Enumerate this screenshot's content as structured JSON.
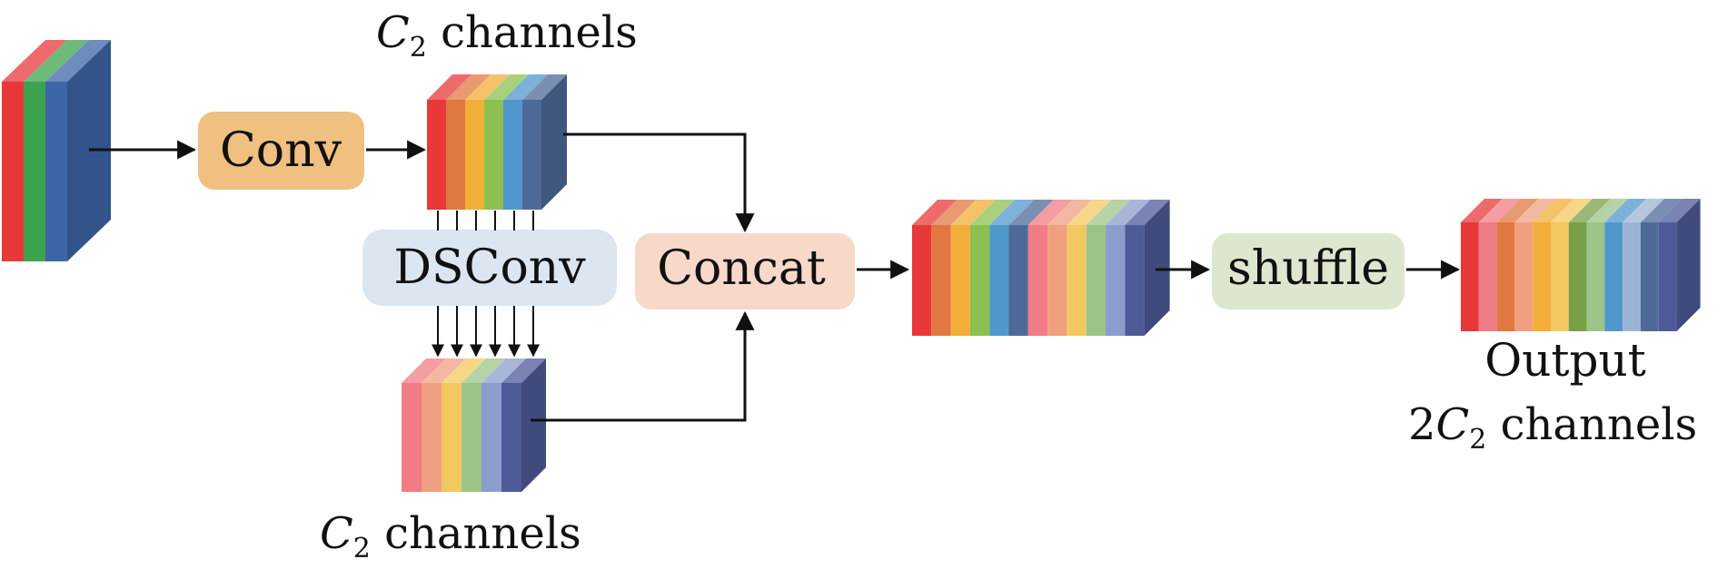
{
  "labels": {
    "conv": "Conv",
    "dsconv": "DSConv",
    "concat": "Concat",
    "shuffle": "shuffle",
    "top_channels": {
      "var": "C",
      "sub": "2",
      "rest": " channels"
    },
    "bottom_channels": {
      "var": "C",
      "sub": "2",
      "rest": " channels"
    },
    "output_title": "Output",
    "output_channels": {
      "pre": "2",
      "var": "C",
      "sub": "2",
      "rest": " channels"
    }
  },
  "colors": {
    "conv_box": "#F0C080",
    "dsconv_box": "#DCE6F0",
    "concat_box": "#F8D8C8",
    "shuffle_box": "#DDE7CF",
    "arrow": "#111111",
    "input_slices": [
      "#E8383A",
      "#3DA34F",
      "#3D66A8"
    ],
    "conv_slices": [
      "#E8383A",
      "#E07840",
      "#F2AE38",
      "#8CC050",
      "#5098CC",
      "#4E6A98"
    ],
    "dsconv_slices": [
      "#F07C84",
      "#F0A080",
      "#F4C860",
      "#9CC488",
      "#8C9CCC",
      "#4E5A98"
    ],
    "concat_slices": [
      "#E8383A",
      "#E07840",
      "#F2AE38",
      "#8CC050",
      "#5098CC",
      "#4E6A98",
      "#F07C84",
      "#F0A080",
      "#F4C860",
      "#9CC488",
      "#8C9CCC",
      "#4E5A98"
    ],
    "shuffle_slices": [
      "#E8383A",
      "#F07C84",
      "#E07840",
      "#F0A080",
      "#F2AE38",
      "#F4C860",
      "#78A048",
      "#9CC488",
      "#5098CC",
      "#9CB4D4",
      "#4E6A98",
      "#4E5A98"
    ]
  }
}
